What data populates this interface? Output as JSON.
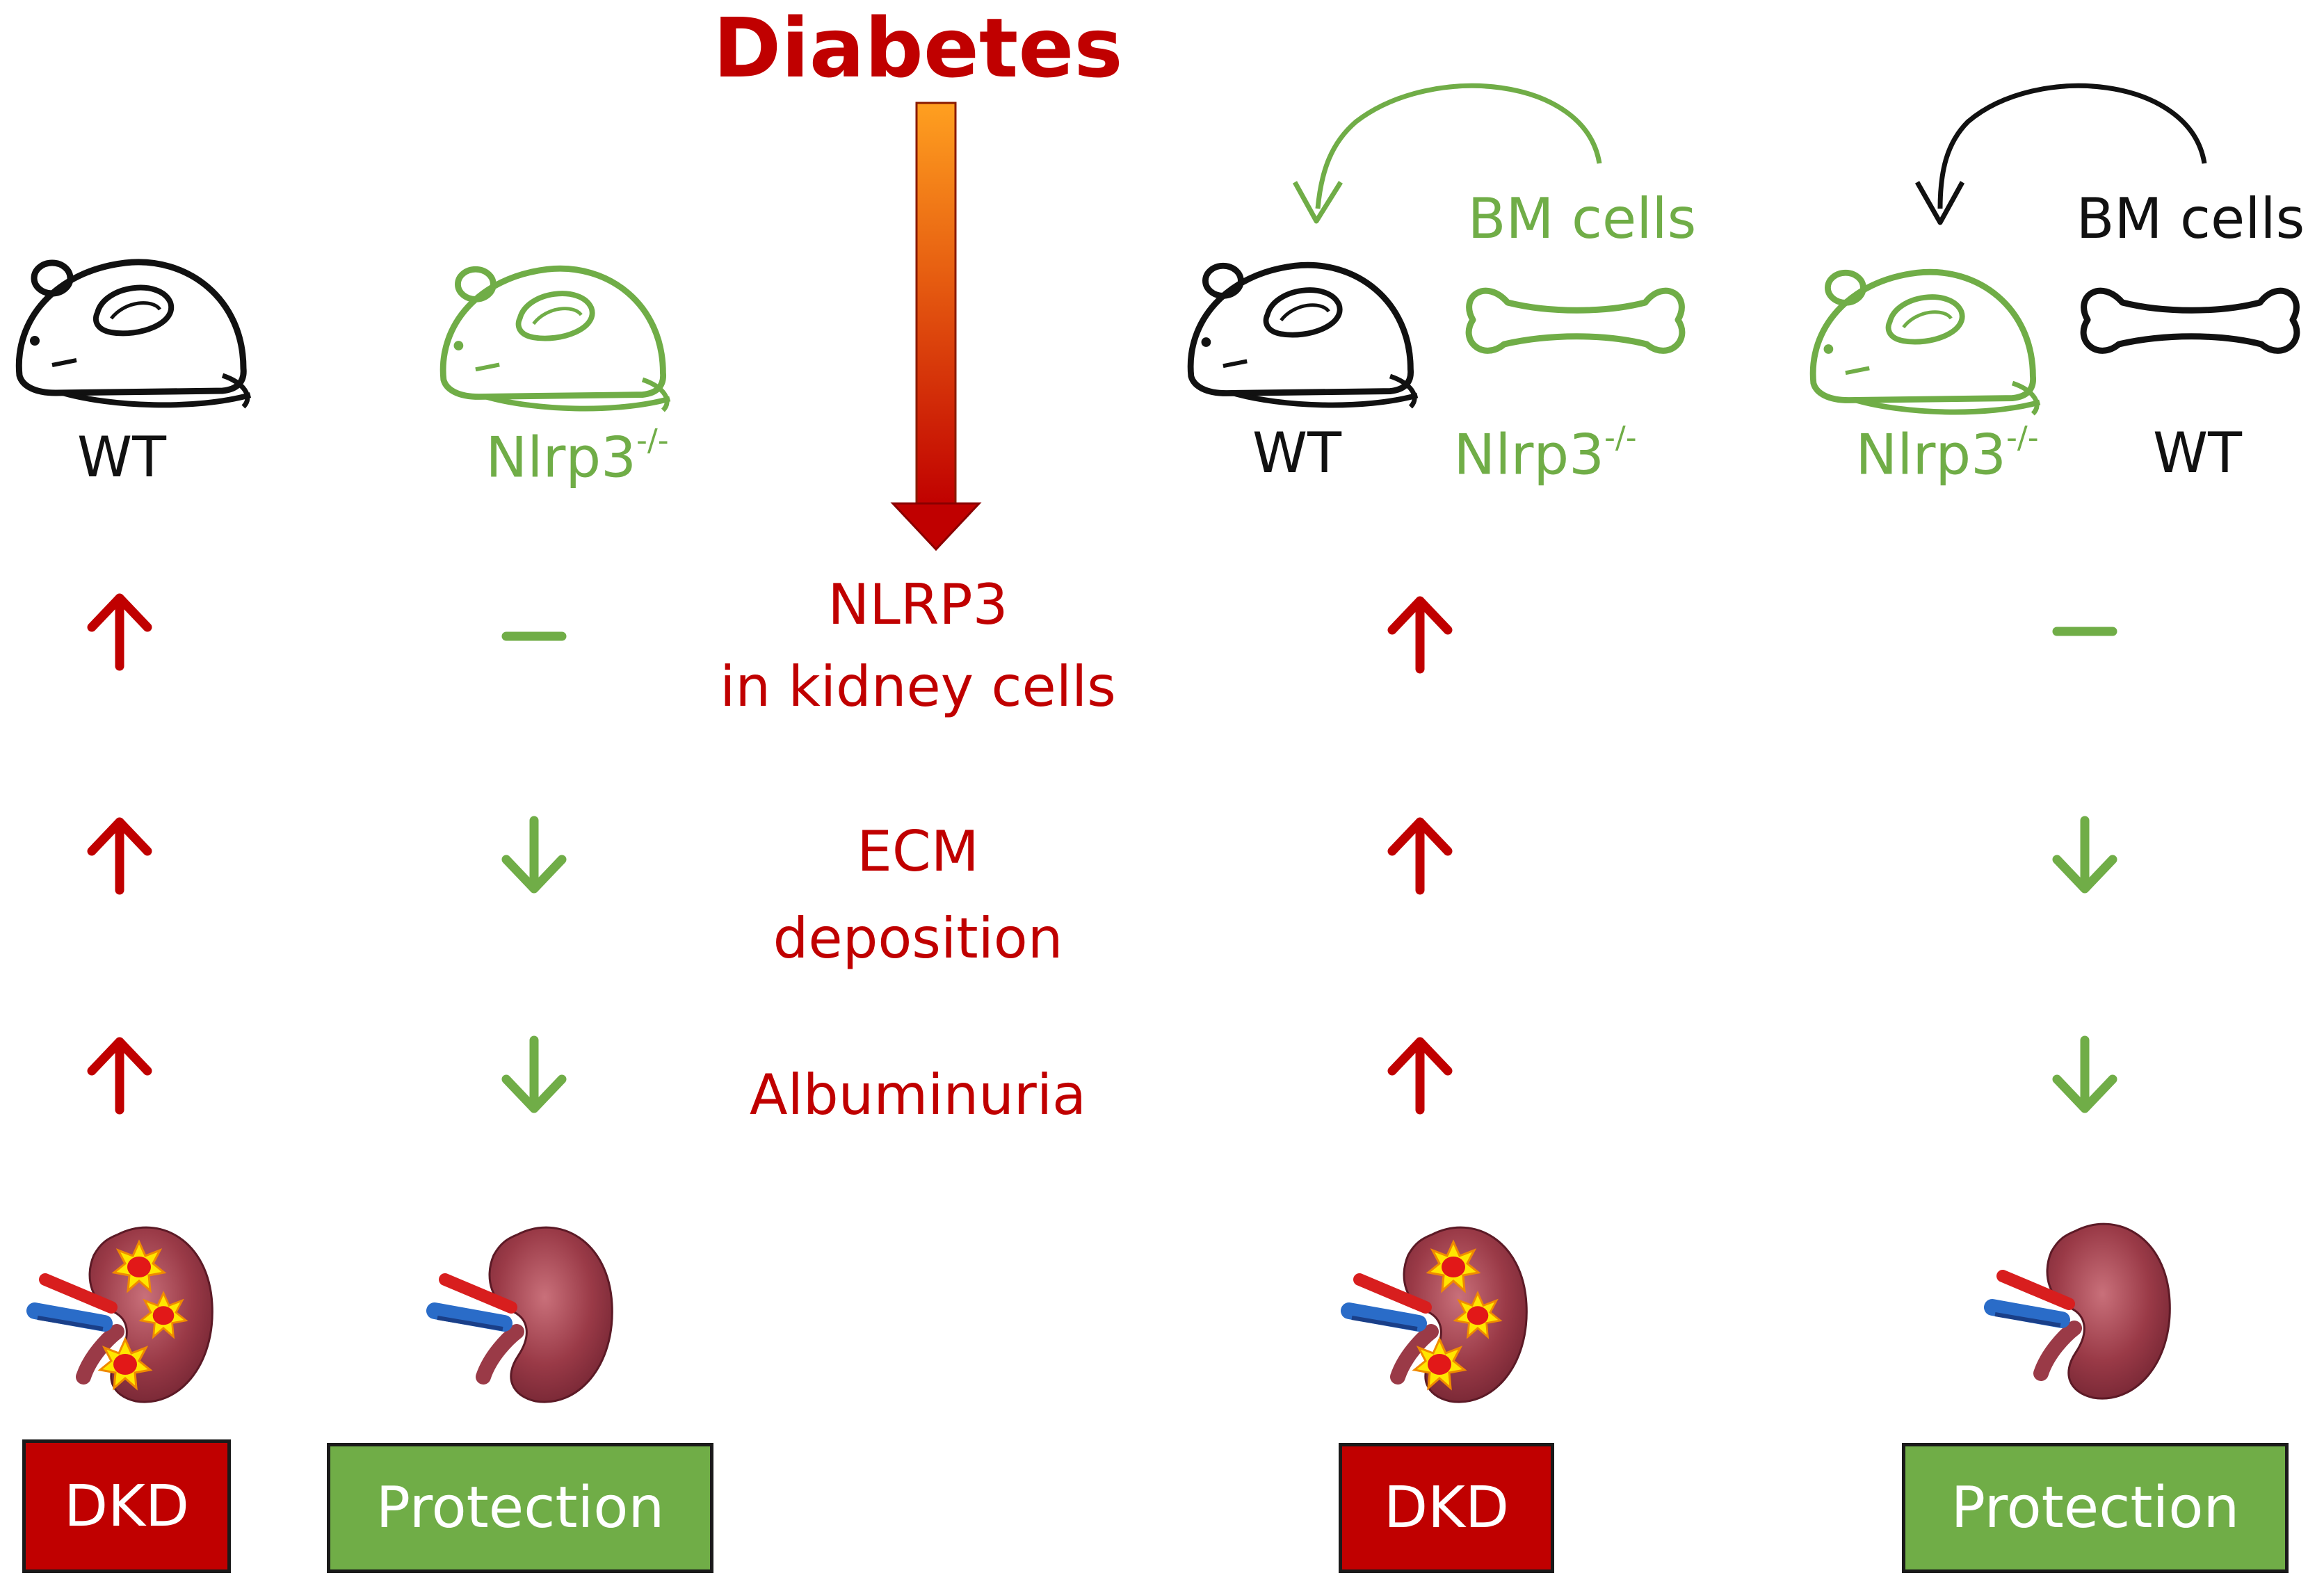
{
  "title": "Diabetes",
  "columns": [
    {
      "label": "WT",
      "outcome": "DKD"
    },
    {
      "label": "Nlrp3",
      "label_sup": "-/-",
      "outcome": "Protection"
    },
    {
      "recipient": "WT",
      "donor": "Nlrp3",
      "donor_sup": "-/-",
      "donor_cells": "BM cells",
      "outcome": "DKD"
    },
    {
      "recipient": "Nlrp3",
      "recipient_sup": "-/-",
      "donor": "WT",
      "donor_cells": "BM cells",
      "outcome": "Protection"
    }
  ],
  "rows": [
    {
      "line1": "NLRP3",
      "line2": "in kidney cells"
    },
    {
      "line1": "ECM",
      "line2": "deposition"
    },
    {
      "line1": "Albuminuria"
    }
  ],
  "colors": {
    "red": "#c00000",
    "green": "#70ad47",
    "black": "#111111",
    "arrow_gradient_top": "#ffa020",
    "arrow_gradient_bottom": "#c00000",
    "dkd_box": "#c00000",
    "protection_box": "#70ad47"
  },
  "icons": {
    "mouse": "mouse-icon",
    "bone": "bone-icon",
    "kidney_healthy": "kidney-icon",
    "kidney_damaged": "damaged-kidney-icon",
    "up": "up-arrow-icon",
    "down": "down-arrow-icon",
    "unchanged": "unchanged-dash-icon"
  }
}
